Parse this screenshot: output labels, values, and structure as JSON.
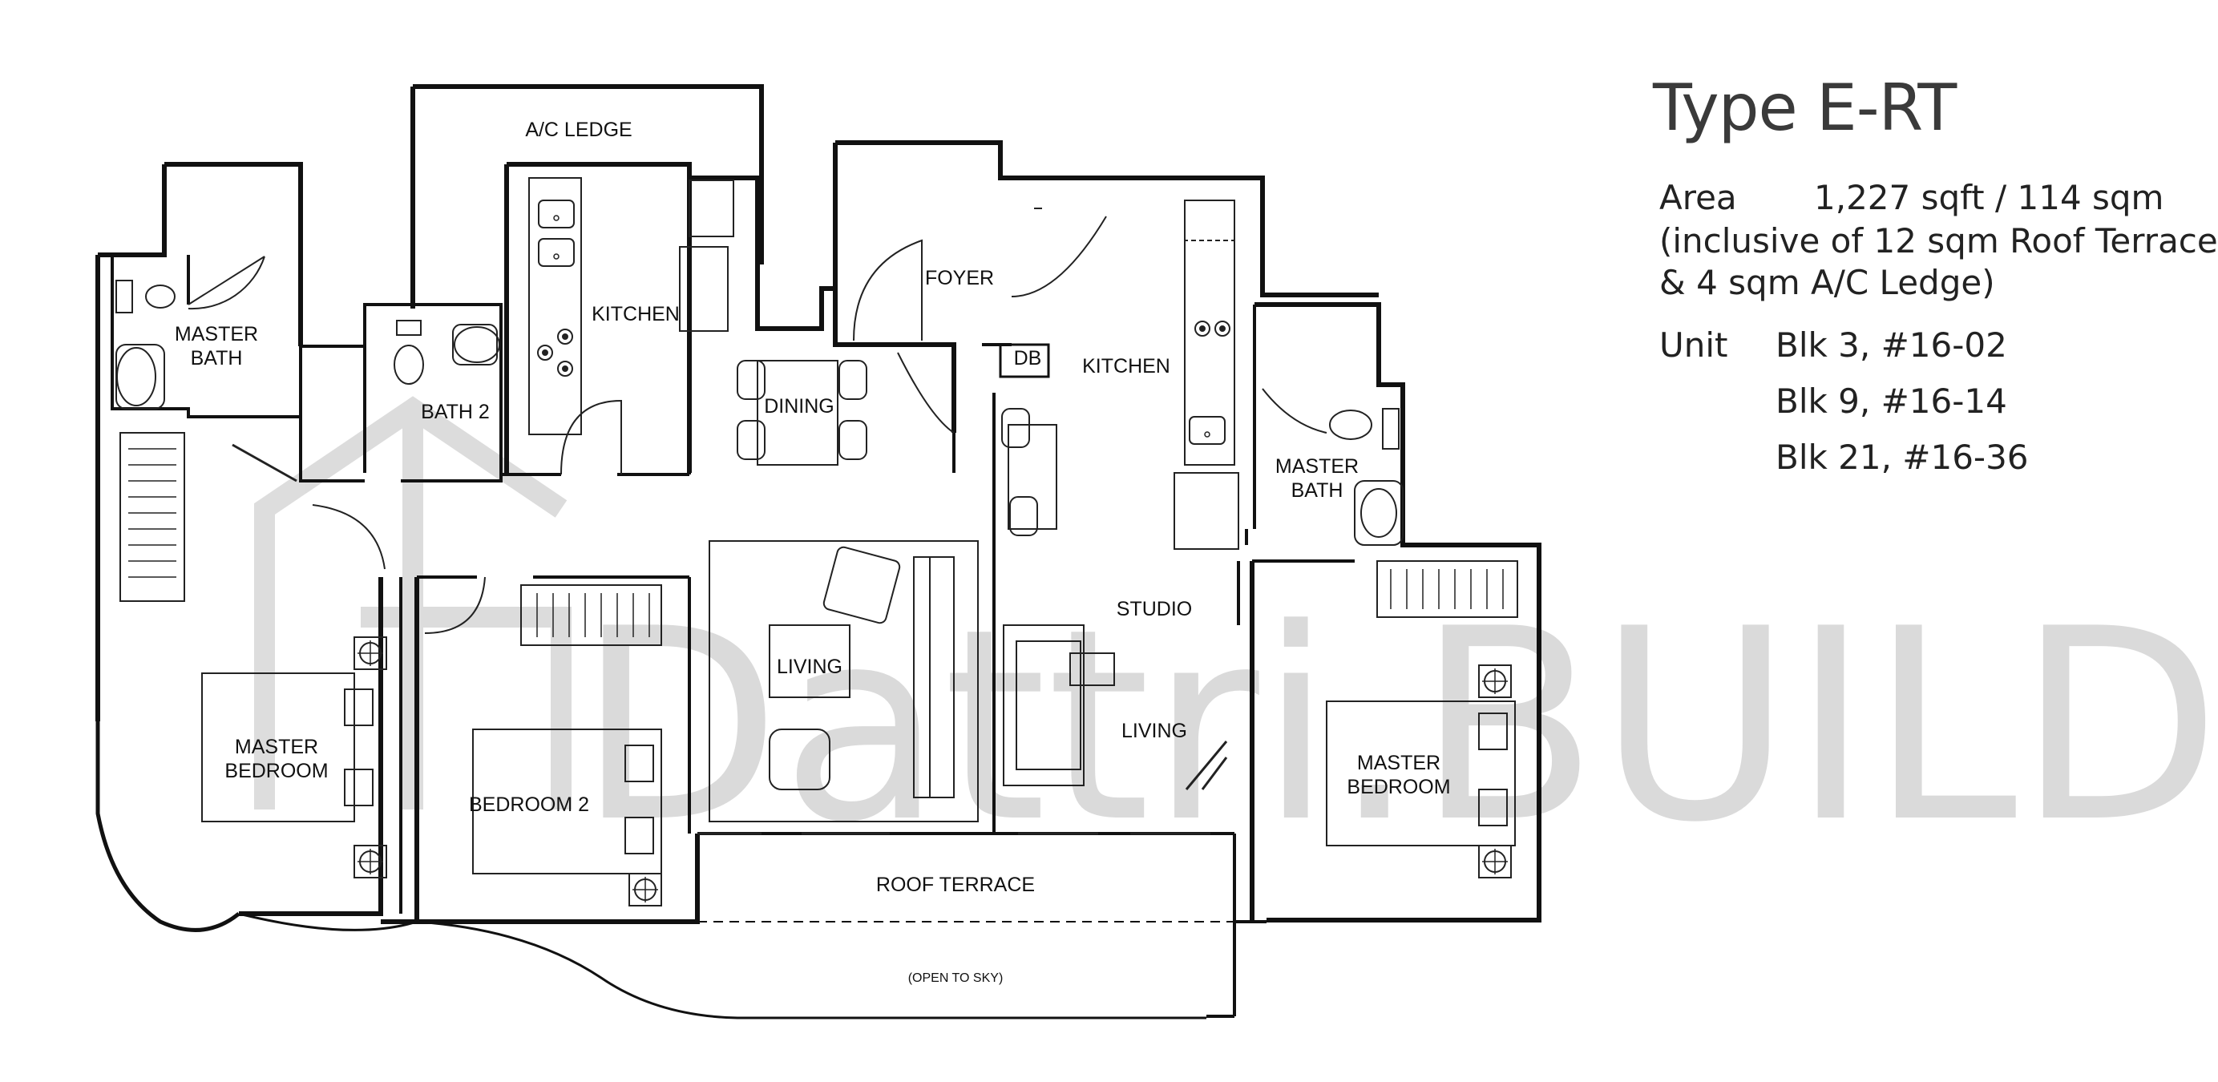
{
  "header": {
    "title": "Type E-RT",
    "area_label": "Area",
    "area_value": "1,227 sqft / 114 sqm",
    "area_note_1": "(inclusive of 12 sqm Roof Terrace",
    "area_note_2": "& 4 sqm A/C Ledge)",
    "unit_label": "Unit",
    "units": [
      "Blk 3,  #16-02",
      "Blk 9,  #16-14",
      "Blk 21, #16-36"
    ]
  },
  "rooms": {
    "ac_ledge": "A/C LEDGE",
    "kitchen_left": "KITCHEN",
    "foyer": "FOYER",
    "master_bath_left_1": "MASTER",
    "master_bath_left_2": "BATH",
    "bath_2": "BATH 2",
    "dining": "DINING",
    "db": "DB",
    "kitchen_right": "KITCHEN",
    "master_bath_right_1": "MASTER",
    "master_bath_right_2": "BATH",
    "studio": "STUDIO",
    "living_left": "LIVING",
    "living_right": "LIVING",
    "master_bedroom_left_1": "MASTER",
    "master_bedroom_left_2": "BEDROOM",
    "bedroom_2": "BEDROOM 2",
    "master_bedroom_right_1": "MASTER",
    "master_bedroom_right_2": "BEDROOM",
    "roof_terrace": "ROOF TERRACE",
    "open_to_sky": "(OPEN TO SKY)"
  },
  "watermark": {
    "text": "Dattri.BUILD"
  }
}
